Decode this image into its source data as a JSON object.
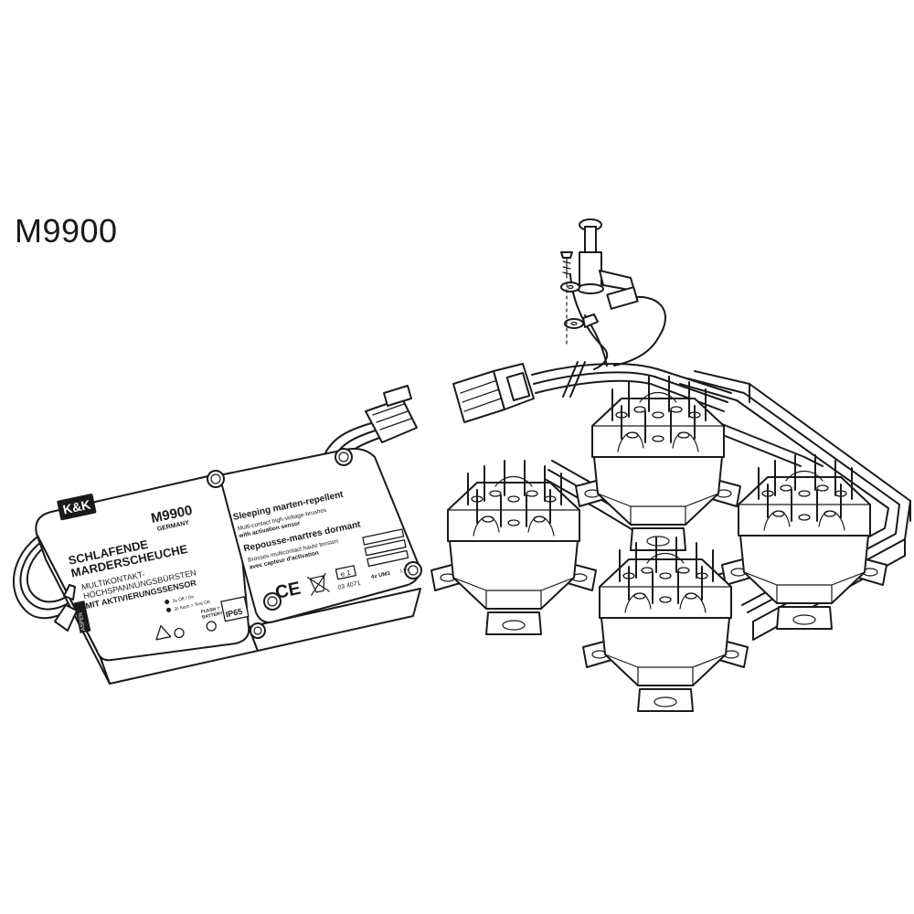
{
  "model_title": "M9900",
  "device": {
    "logo_text": "K&K",
    "model": "M9900",
    "origin": "GERMANY",
    "name_line1": "SCHLAFENDE",
    "name_line2": "MARDERSCHEUCHE",
    "desc_line1": "MULTIKONTAKT-",
    "desc_line2": "HOCHSPANNUNGSBÜRSTEN",
    "desc_line3": "MIT AKTIVIERUNGSSENSOR",
    "instr1": "3s Off / On",
    "instr2": "3s flash = Test OK",
    "flash_label1": "FLASH =",
    "flash_label2": "BATTERY",
    "ip_rating": "IP65",
    "side_badge": "ASPEN",
    "en_title": "Sleeping marten-repellent",
    "en_line1": "Multi-contact high-voltage-brushes",
    "en_line2": "with activation sensor",
    "fr_title": "Repousse-martres dormant",
    "fr_line1": "Brosses multicontact haute tension",
    "fr_line2": "avec capteur d'activation",
    "ce_mark": "CE",
    "e_mark": "e 1",
    "approval_no": "03 4071",
    "battery_count": "4x UM3",
    "battery_volt": "1,5V"
  }
}
